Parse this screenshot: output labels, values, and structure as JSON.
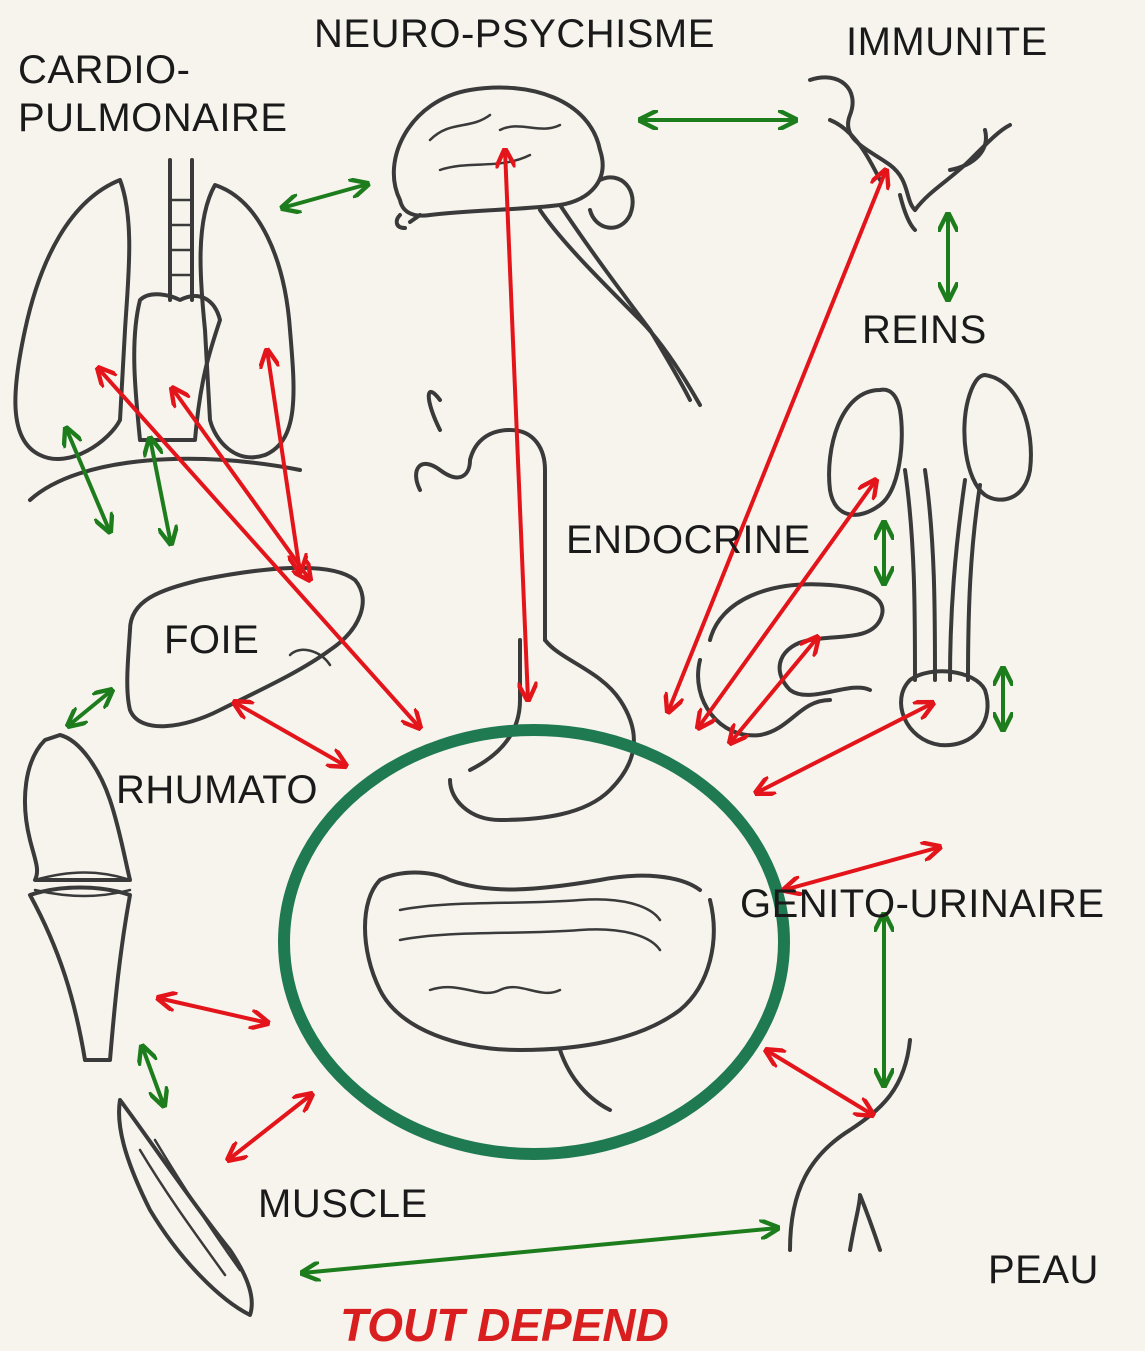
{
  "labels": {
    "cardio": "CARDIO-",
    "pulmonaire": "PULMONAIRE",
    "neuro": "NEURO-PSYCHISME",
    "immunite": "IMMUNITE",
    "reins": "REINS",
    "endocrine": "ENDOCRINE",
    "foie": "FOIE",
    "rhumato": "RHUMATO",
    "genito": "GENITO-URINAIRE",
    "muscle": "MUSCLE",
    "peau": "PEAU"
  },
  "footer": "TOUT DEPEND",
  "colors": {
    "red_arrow": "#e3151b",
    "green_arrow": "#1d7d1d",
    "circle": "#1f7a52",
    "ink": "#3a3a3a",
    "footer_text": "#d81e1e"
  }
}
